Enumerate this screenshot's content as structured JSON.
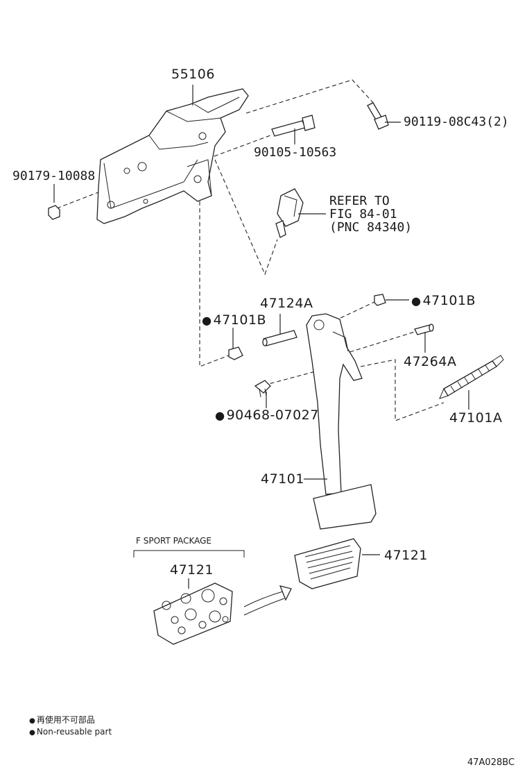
{
  "labels": {
    "p55106": "55106",
    "p90119": "90119-08C43(2)",
    "p90105": "90105-10563",
    "p90179": "90179-10088",
    "refer1": "REFER TO",
    "refer2": "FIG 84-01",
    "refer3": "(PNC 84340)",
    "p47124A": "47124A",
    "p47101B_right": "47101B",
    "p47101B_left": "47101B",
    "p47264A": "47264A",
    "p90468": "90468-07027",
    "p47101A": "47101A",
    "p47101": "47101",
    "p47121_right": "47121",
    "p47121_left": "47121"
  },
  "sport_package": "F SPORT PACKAGE",
  "legend": {
    "line1": "再使用不可部品",
    "line2": "Non-reusable part"
  },
  "figure_code": "47A028BC",
  "colors": {
    "line": "#222222",
    "background": "#ffffff"
  }
}
